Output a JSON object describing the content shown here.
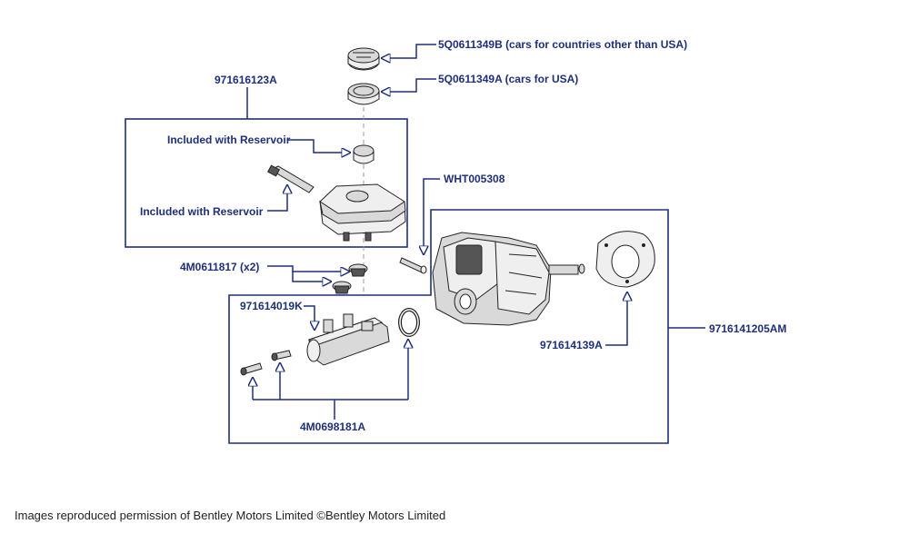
{
  "labels": {
    "cap_other": "5Q0611349B (cars for countries other than USA)",
    "cap_usa": "5Q0611349A (cars for USA)",
    "reservoir_kit": "971616123A",
    "included_1": "Included with Reservoir",
    "included_2": "Included with Reservoir",
    "sensor": "WHT005308",
    "grommets": "4M0611817 (x2)",
    "master_cylinder": "971614019K",
    "gasket": "971614139A",
    "booster_assembly": "9716141205AM",
    "seal_kit": "4M0698181A"
  },
  "footer": "Images reproduced permission of Bentley Motors Limited ©Bentley Motors Limited",
  "colors": {
    "accent": "#1f2f7a",
    "line_art": "#222222"
  }
}
